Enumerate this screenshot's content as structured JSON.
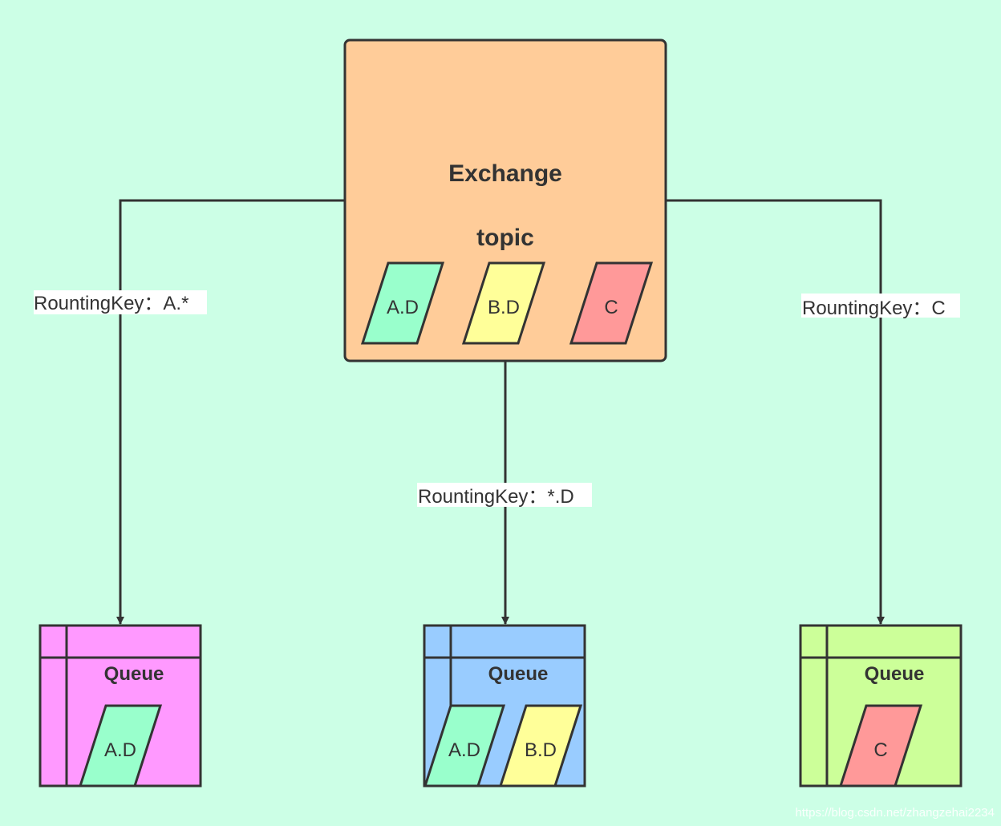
{
  "colors": {
    "background": "#ccffe6",
    "stroke": "#333333",
    "exchange_fill": "#ffcc99",
    "label_bg": "#ffffff",
    "queue_left_fill": "#ff99ff",
    "queue_mid_fill": "#99ccff",
    "queue_right_fill": "#ccff99",
    "msg_green": "#99ffcc",
    "msg_yellow": "#ffff99",
    "msg_red": "#ff9999"
  },
  "exchange": {
    "title": "Exchange",
    "type": "topic",
    "messages": [
      {
        "label": "A.D",
        "color": "#99ffcc"
      },
      {
        "label": "B.D",
        "color": "#ffff99"
      },
      {
        "label": "C",
        "color": "#ff9999"
      }
    ]
  },
  "bindings": {
    "left": "RountingKey：A.*",
    "middle": "RountingKey：*.D",
    "right": "RountingKey：C"
  },
  "queues": {
    "left": {
      "title": "Queue",
      "messages": [
        {
          "label": "A.D",
          "color": "#99ffcc"
        }
      ]
    },
    "middle": {
      "title": "Queue",
      "messages": [
        {
          "label": "A.D",
          "color": "#99ffcc"
        },
        {
          "label": "B.D",
          "color": "#ffff99"
        }
      ]
    },
    "right": {
      "title": "Queue",
      "messages": [
        {
          "label": "C",
          "color": "#ff9999"
        }
      ]
    }
  },
  "watermark": "https://blog.csdn.net/zhangzehai2234"
}
